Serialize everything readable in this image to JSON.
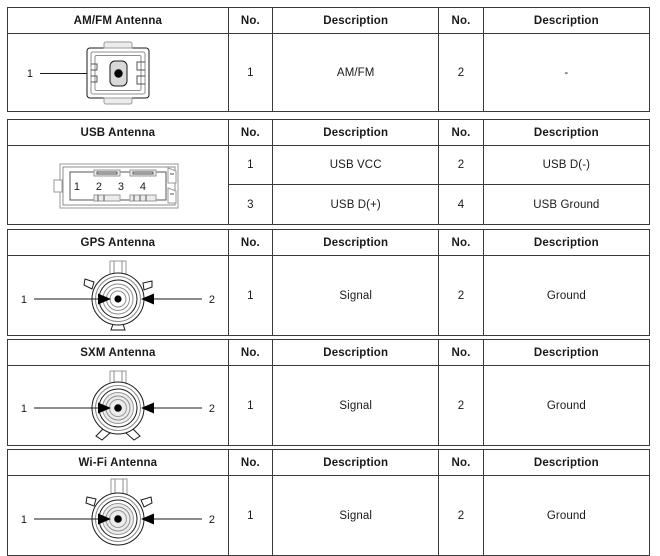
{
  "columns": {
    "no_label": "No.",
    "description_label": "Description"
  },
  "tables": [
    {
      "id": "amfm",
      "name": "AM/FM Antenna",
      "diagram": "amfm-connector-diagram",
      "callouts": [
        "1"
      ],
      "rows": [
        {
          "no1": "1",
          "desc1": "AM/FM",
          "no2": "2",
          "desc2": "-"
        }
      ]
    },
    {
      "id": "usb",
      "name": "USB Antenna",
      "diagram": "usb-connector-diagram",
      "callouts": [
        "1",
        "2",
        "3",
        "4"
      ],
      "rows": [
        {
          "no1": "1",
          "desc1": "USB VCC",
          "no2": "2",
          "desc2": "USB D(-)"
        },
        {
          "no1": "3",
          "desc1": "USB D(+)",
          "no2": "4",
          "desc2": "USB Ground"
        }
      ]
    },
    {
      "id": "gps",
      "name": "GPS Antenna",
      "diagram": "gps-coaxial-connector-diagram",
      "callouts": [
        "1",
        "2"
      ],
      "rows": [
        {
          "no1": "1",
          "desc1": "Signal",
          "no2": "2",
          "desc2": "Ground"
        }
      ]
    },
    {
      "id": "sxm",
      "name": "SXM Antenna",
      "diagram": "sxm-coaxial-connector-diagram",
      "callouts": [
        "1",
        "2"
      ],
      "rows": [
        {
          "no1": "1",
          "desc1": "Signal",
          "no2": "2",
          "desc2": "Ground"
        }
      ]
    },
    {
      "id": "wifi",
      "name": "Wi-Fi Antenna",
      "diagram": "wifi-coaxial-connector-diagram",
      "callouts": [
        "1",
        "2"
      ],
      "rows": [
        {
          "no1": "1",
          "desc1": "Signal",
          "no2": "2",
          "desc2": "Ground"
        }
      ]
    }
  ]
}
